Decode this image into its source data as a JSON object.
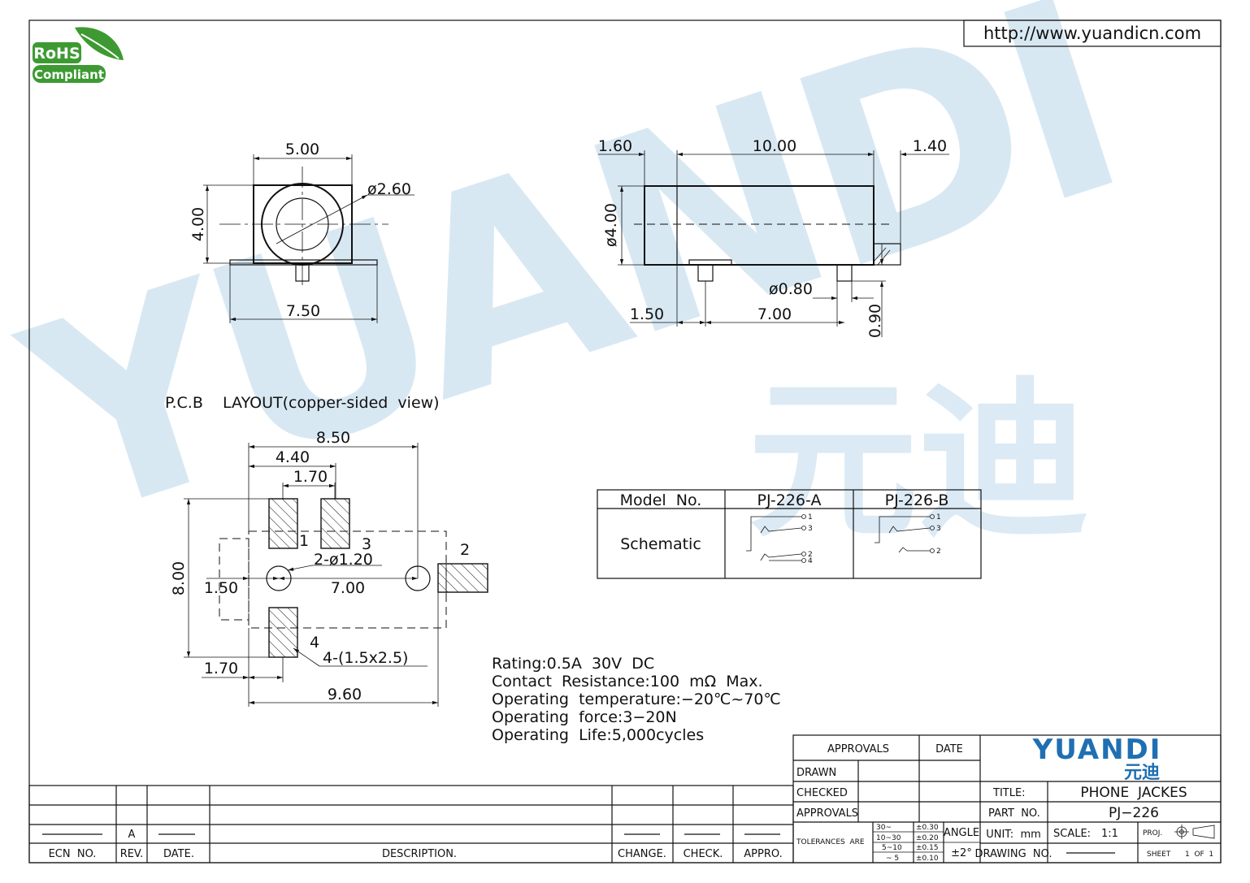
{
  "url": "http://www.yuandicn.com",
  "rohs": {
    "line1": "RoHS",
    "line2": "Compliant"
  },
  "watermark": {
    "latin": "YUANDI",
    "cjk": "元迪"
  },
  "front_view": {
    "width": "5.00",
    "hole": "ø2.60",
    "height": "4.00",
    "base": "7.50"
  },
  "side_view": {
    "left": "1.60",
    "body": "10.00",
    "right": "1.40",
    "dia": "ø4.00",
    "pin_dia": "ø0.80",
    "offset": "1.50",
    "pitch": "7.00",
    "pin_len": "0.90"
  },
  "pcb": {
    "title": "P.C.B    LAYOUT(copper-sided  view)",
    "d_total": "8.50",
    "d_mid": "4.40",
    "d_pad": "1.70",
    "d_height": "8.00",
    "d_offset": "1.50",
    "d_pitch": "7.00",
    "holes": "2-ø1.20",
    "pads": "4-(1.5x2.5)",
    "d_pad_b": "1.70",
    "d_width": "9.60",
    "pad_labels": [
      "1",
      "3",
      "2",
      "4"
    ]
  },
  "schematic_table": {
    "header_model": "Model  No.",
    "row_label": "Schematic",
    "models": [
      "PJ-226-A",
      "PJ-226-B"
    ],
    "pins_a": [
      "1",
      "3",
      "2",
      "4"
    ],
    "pins_b": [
      "1",
      "3",
      "2"
    ]
  },
  "specs": [
    "Rating:0.5A  30V  DC",
    "Contact  Resistance:100  mΩ  Max.",
    "Operating  temperature:−20℃~70℃",
    "Operating  force:3−20N",
    "Operating  Life:5,000cycles"
  ],
  "revision_block": {
    "headers": [
      "ECN  NO.",
      "REV.",
      "DATE.",
      "DESCRIPTION.",
      "CHANGE.",
      "CHECK.",
      "APPRO."
    ],
    "rev": "A"
  },
  "title_block": {
    "approvals": "APPROVALS",
    "date": "DATE",
    "drawn": "DRAWN",
    "checked": "CHECKED",
    "approvals2": "APPROVALS",
    "tolerances": "TOLERANCES  ARE",
    "tol_ranges": [
      "30~",
      "10~30",
      "5~10",
      "~ 5"
    ],
    "tol_values": [
      "±0.30",
      "±0.20",
      "±0.15",
      "±0.10"
    ],
    "angle": "ANGLE",
    "angle_val": "±2°",
    "logo_latin": "YUANDI",
    "logo_cjk": "元迪",
    "title_label": "TITLE:",
    "title": "PHONE  JACKES",
    "part_label": "PART  NO.",
    "part": "PJ−226",
    "unit": "UNIT:  mm",
    "scale_label": "SCALE:",
    "scale": "1:1",
    "proj": "PROJ.",
    "drawing_no": "DRAWING  NO.",
    "sheet_label": "SHEET",
    "sheet": "1  OF  1"
  },
  "colors": {
    "watermark_blue": "#b9d6ea",
    "watermark_green": "#d4ecd9",
    "logo_blue": "#1f6fb2",
    "rohs_green": "#3d9a32"
  }
}
